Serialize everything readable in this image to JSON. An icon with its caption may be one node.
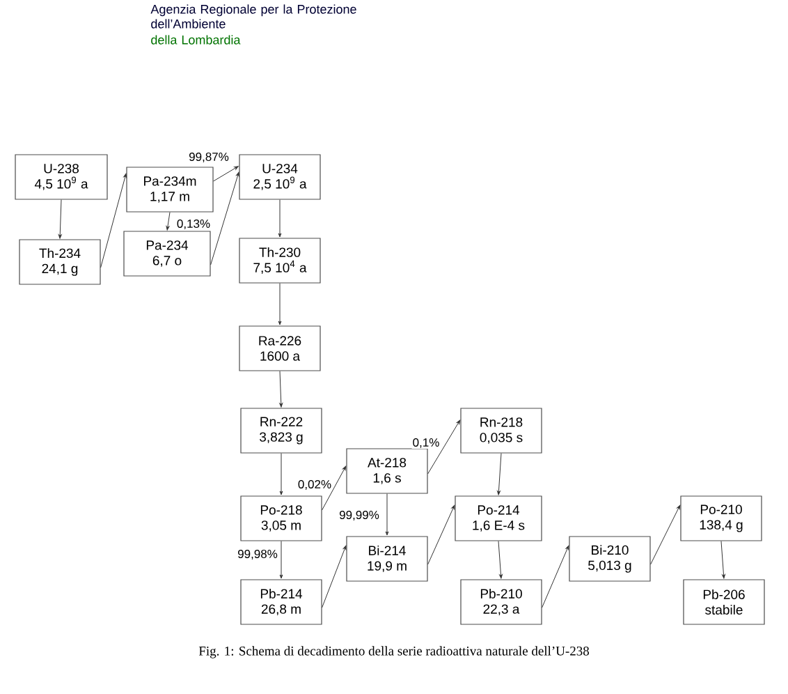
{
  "diagram": {
    "caption": "Fig. 1: Schema di decadimento della serie radioattiva naturale dell’U-238",
    "nodes": [
      {
        "text": [
          "U-238",
          "4,5 10$^{9}$ a"
        ]
      },
      {
        "text": [
          "Th-234",
          "24,1 g"
        ]
      },
      {
        "text": [
          "Pa-234m",
          "1,17 m"
        ]
      },
      {
        "text": [
          "Pa-234",
          "6,7 o"
        ]
      },
      {
        "text": [
          "U-234",
          "2,5 10$^{9}$ a"
        ]
      },
      {
        "text": [
          "Th-230",
          "7,5 10$^{4}$ a"
        ]
      },
      {
        "text": [
          "Ra-226",
          "1600 a"
        ]
      },
      {
        "text": [
          "Rn-222",
          "3,823 g"
        ]
      },
      {
        "text": [
          "Po-218",
          "3,05 m"
        ]
      },
      {
        "text": [
          "At-218",
          "1,6 s"
        ]
      },
      {
        "text": [
          "Rn-218",
          "0,035 s"
        ]
      },
      {
        "text": [
          "Bi-214",
          "19,9 m"
        ]
      },
      {
        "text": [
          "Po-214",
          "1,6 E-4 s"
        ]
      },
      {
        "text": [
          "Pb-214",
          "26,8 m"
        ]
      },
      {
        "text": [
          "Pb-210",
          "22,3 a"
        ]
      },
      {
        "text": [
          "Bi-210",
          "5,013 g"
        ]
      },
      {
        "text": [
          "Po-210",
          "138,4 g"
        ]
      },
      {
        "text": [
          "Pb-206",
          "stabile"
        ]
      }
    ],
    "edges": [
      {
        "from": 0,
        "to": 1,
        "arrow": "to"
      },
      {
        "from": 1,
        "to": 2,
        "arrow": "to"
      },
      {
        "from": 2,
        "to": 3,
        "arrow": "to",
        "label": "0,13%"
      },
      {
        "from": 2,
        "to": 4,
        "arrow": "to",
        "label": "99,87%"
      },
      {
        "from": 3,
        "to": 4,
        "arrow": "to"
      },
      {
        "from": 4,
        "to": 5,
        "arrow": "to"
      },
      {
        "from": 5,
        "to": 6,
        "arrow": "to"
      },
      {
        "from": 6,
        "to": 7,
        "arrow": "to"
      },
      {
        "from": 7,
        "to": 8,
        "arrow": "to"
      },
      {
        "from": 8,
        "to": 9,
        "arrow": "to",
        "label": "0,02%"
      },
      {
        "from": 8,
        "to": 13,
        "arrow": "to",
        "label": "99,98%"
      },
      {
        "from": 9,
        "to": 10,
        "arrow": "to",
        "label": "0,1%"
      },
      {
        "from": 9,
        "to": 11,
        "arrow": "to",
        "label": "99,99%"
      },
      {
        "from": 13,
        "to": 11,
        "arrow": "to"
      },
      {
        "from": 11,
        "to": 12,
        "arrow": "to"
      },
      {
        "from": 10,
        "to": 12,
        "arrow": "to"
      },
      {
        "from": 12,
        "to": 14,
        "arrow": "to"
      },
      {
        "from": 14,
        "to": 15,
        "arrow": "to"
      },
      {
        "from": 15,
        "to": 16,
        "arrow": "to"
      },
      {
        "from": 16,
        "to": 17,
        "arrow": "to"
      }
    ],
    "labels": [
      "Agenzia Regionale per la Protezione dell’Ambiente",
      "della Lombardia"
    ]
  }
}
